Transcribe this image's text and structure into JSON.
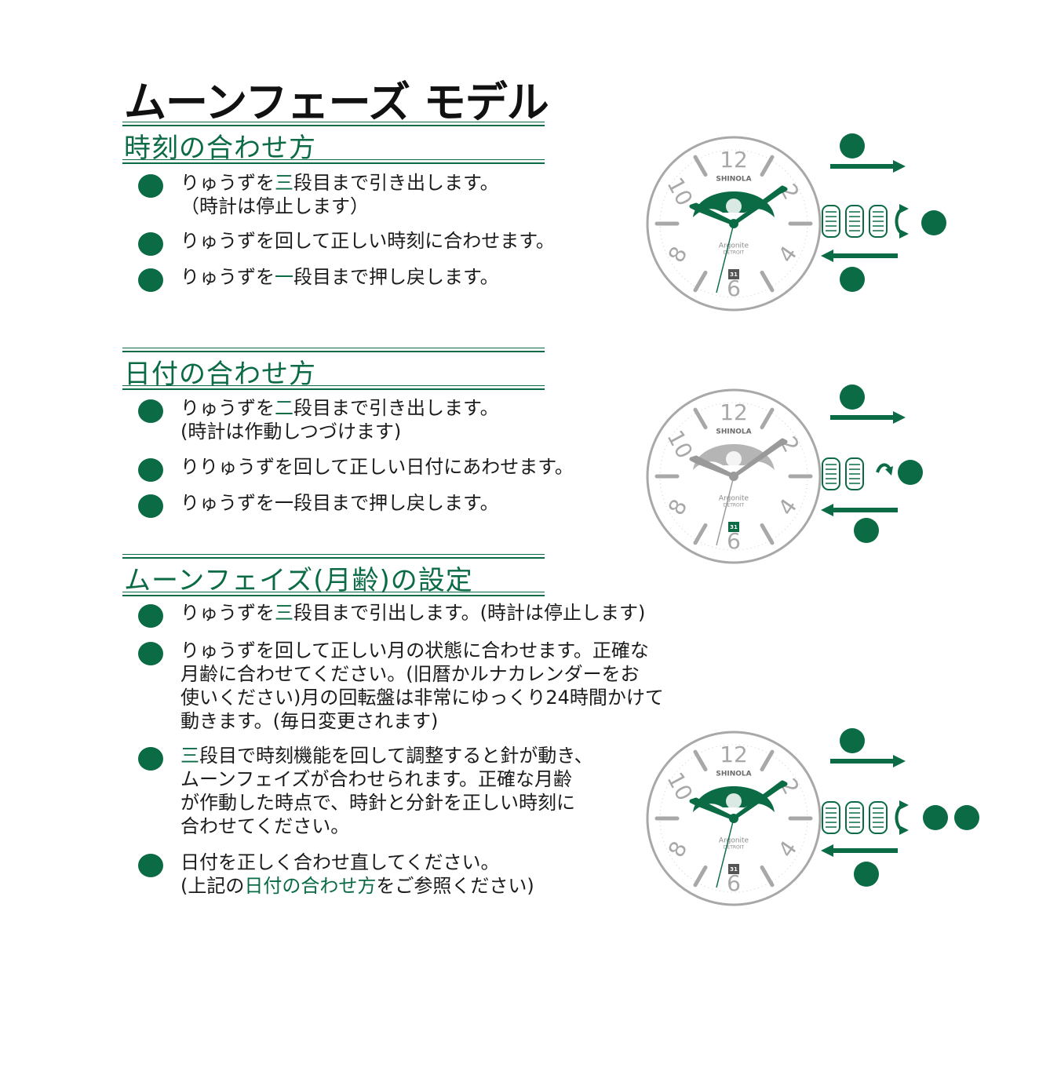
{
  "title": "ムーンフェーズ モデル",
  "colors": {
    "accent": "#0b6b45",
    "dial_outline": "#a8a8a8",
    "text": "#1b1b1b"
  },
  "sections": [
    {
      "title": "時刻の合わせ方",
      "steps": [
        {
          "pre": "りゅうずを",
          "hl": "三",
          "post": "段目まで引き出します。",
          "line2": "（時計は停止します）"
        },
        {
          "pre": "りゅうずを回して正しい時刻に合わせます。"
        },
        {
          "pre": "りゅうずを",
          "hl": "一",
          "post": "段目まで押し戻します。"
        }
      ]
    },
    {
      "title": "日付の合わせ方",
      "steps": [
        {
          "pre": "りゅうずを",
          "hl": "二",
          "post": "段目まで引き出します。",
          "line2": "(時計は作動しつづけます)"
        },
        {
          "pre": "りりゅうずを回して正しい日付にあわせます。"
        },
        {
          "pre": "りゅうずを一段目まで押し戻します。"
        }
      ]
    },
    {
      "title": "ムーンフェイズ(月齢)の設定",
      "steps": [
        {
          "pre": "りゅうずを",
          "hl": "三",
          "post": "段目まで引出します。(時計は停止します)"
        },
        {
          "lines": [
            "りゅうずを回して正しい月の状態に合わせます。正確な",
            "月齢に合わせてください。(旧暦かルナカレンダーをお",
            "使いください)月の回転盤は非常にゆっくり24時間かけて",
            "動きます。(毎日変更されます)"
          ]
        },
        {
          "hl": "三",
          "post": "段目で時刻機能を回して調整すると針が動き、",
          "lines": [
            "ムーンフェイズが合わせられます。正確な月齢",
            "が作動した時点で、時針と分針を正しい時刻に",
            "合わせてください。"
          ]
        },
        {
          "pre": "日付を正しく合わせ直してください。",
          "line2_pre": "(上記の",
          "line2_hl": "日付の合わせ方",
          "line2_post": "をご参照ください)"
        }
      ]
    }
  ],
  "dial": {
    "numerals": [
      "12",
      "2",
      "4",
      "6",
      "8",
      "10"
    ],
    "brand": "SHINOLA",
    "model": "Argonite",
    "city": "DETROIT",
    "date": "31"
  }
}
